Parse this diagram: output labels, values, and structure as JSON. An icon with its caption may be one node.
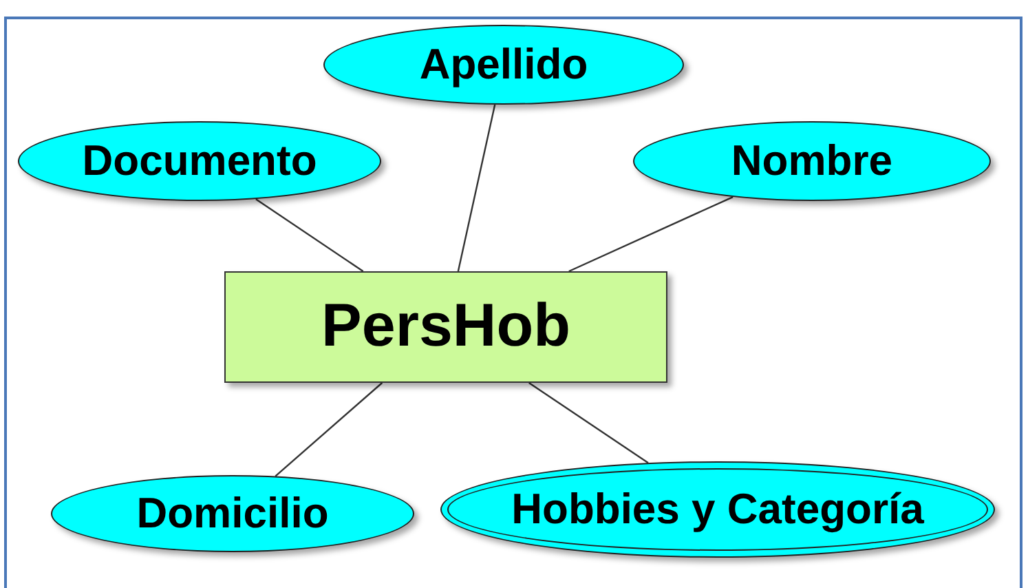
{
  "diagram": {
    "nodes": [
      {
        "text": [
          "Apellido"
        ]
      },
      {
        "text": [
          "Documento"
        ]
      },
      {
        "text": [
          "Nombre"
        ]
      },
      {
        "text": [
          "PersHob"
        ]
      },
      {
        "text": [
          "Domicilio"
        ]
      },
      {
        "text": [
          "Hobbies y Categoría"
        ]
      }
    ],
    "edges": [
      {
        "from": 3,
        "to": 1,
        "arrow": "none"
      },
      {
        "from": 3,
        "to": 0,
        "arrow": "none"
      },
      {
        "from": 3,
        "to": 2,
        "arrow": "none"
      },
      {
        "from": 3,
        "to": 4,
        "arrow": "none"
      },
      {
        "from": 3,
        "to": 5,
        "arrow": "none"
      }
    ]
  }
}
